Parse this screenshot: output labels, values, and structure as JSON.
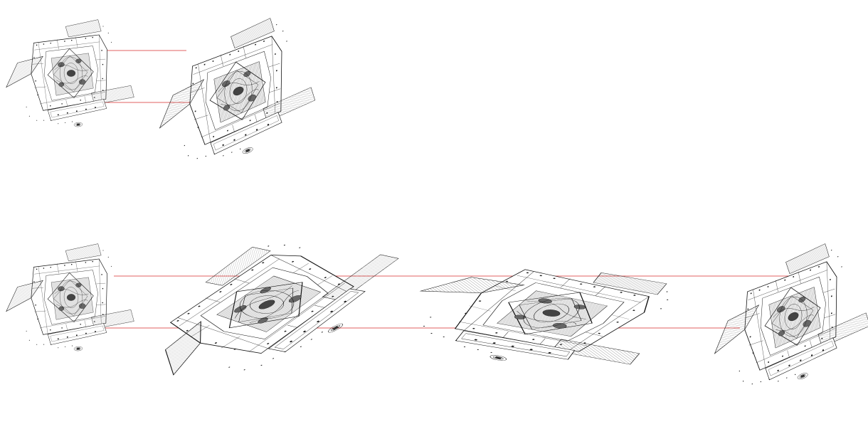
{
  "colors": {
    "background": "#ffffff",
    "linework": "#1a1a1a",
    "hatch": "#333333",
    "fill_dark": "#555555",
    "fill_mid": "#8a8a8a",
    "fill_light": "#d8d8d8",
    "projection_line": "#e06060"
  },
  "rows": [
    {
      "name": "top-sequence",
      "views": [
        "plan-source",
        "plan-rotated-a"
      ]
    },
    {
      "name": "bottom-sequence",
      "views": [
        "plan-source",
        "plan-rotated-b",
        "plan-rotated-c",
        "plan-rotated-d"
      ]
    }
  ]
}
